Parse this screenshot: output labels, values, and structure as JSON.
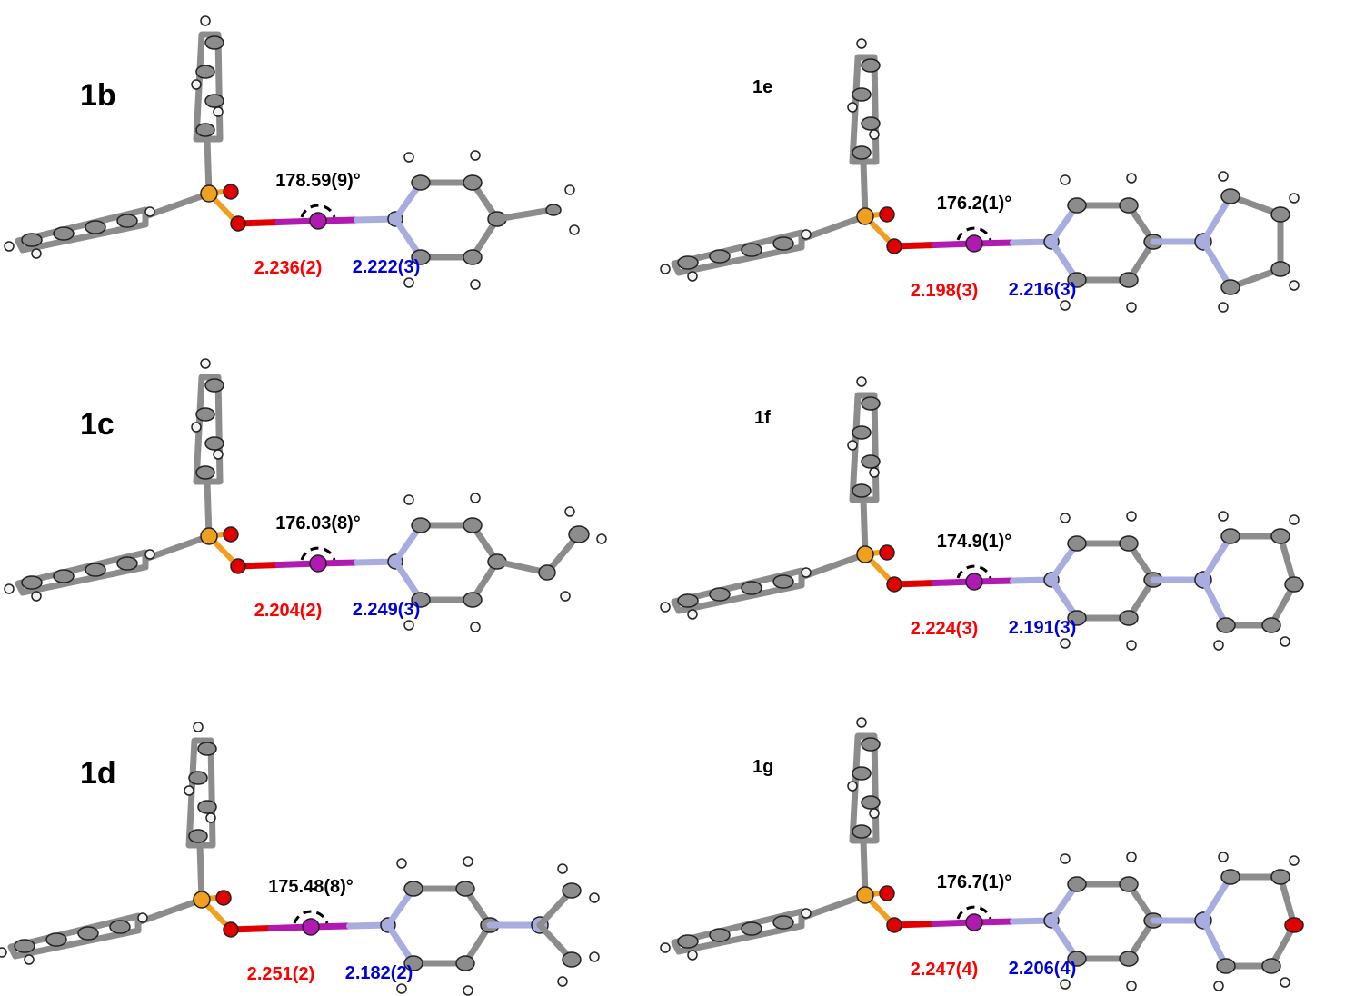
{
  "colors": {
    "oxygen_bond": "#e00000",
    "iodine": "#b01ab0",
    "nitrogen": "#a8acde",
    "phosphorus": "#f0a020",
    "carbon": "#8c8c8c",
    "hydrogen": "#f2f2f2",
    "io_distance_label": "#ff0000",
    "in_distance_label": "#0000dd"
  },
  "panels": [
    {
      "label": "1b",
      "angle": "178.59(9)°",
      "io_distance": "2.236(2)",
      "in_distance": "2.222(3)",
      "substituent": "methyl"
    },
    {
      "label": "1e",
      "angle": "176.2(1)°",
      "io_distance": "2.198(3)",
      "in_distance": "2.216(3)",
      "substituent": "pyrrolidinyl"
    },
    {
      "label": "1c",
      "angle": "176.03(8)°",
      "io_distance": "2.204(2)",
      "in_distance": "2.249(3)",
      "substituent": "ethyl"
    },
    {
      "label": "1f",
      "angle": "174.9(1)°",
      "io_distance": "2.224(3)",
      "in_distance": "2.191(3)",
      "substituent": "piperidinyl"
    },
    {
      "label": "1d",
      "angle": "175.48(8)°",
      "io_distance": "2.251(2)",
      "in_distance": "2.182(2)",
      "substituent": "dimethylamino"
    },
    {
      "label": "1g",
      "angle": "176.7(1)°",
      "io_distance": "2.247(4)",
      "in_distance": "2.206(4)",
      "substituent": "morpholinyl"
    }
  ]
}
